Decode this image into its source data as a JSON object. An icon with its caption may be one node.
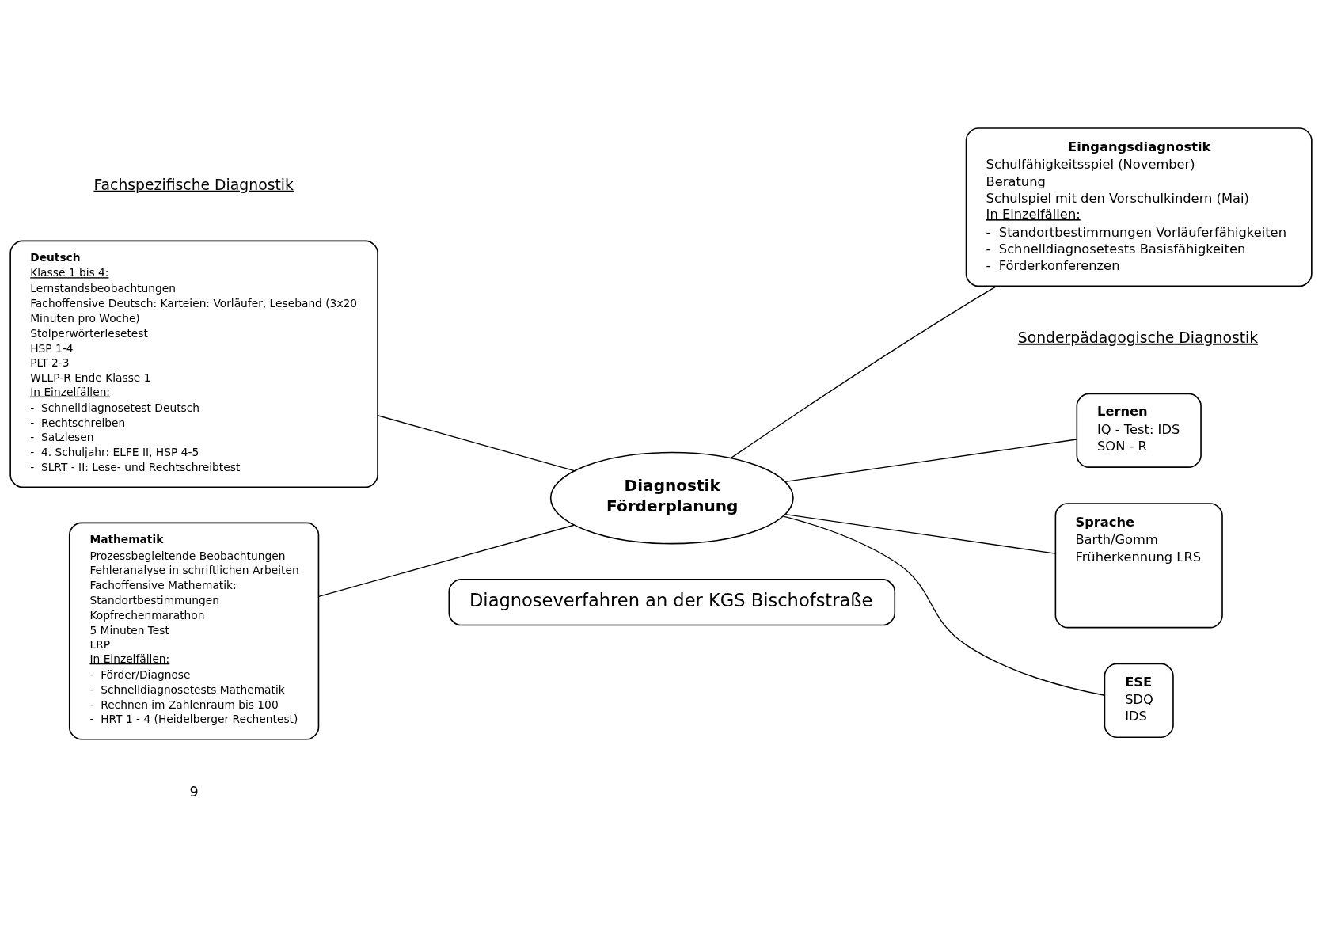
{
  "diagram": {
    "nodes": [
      {
        "text": [
          "Diagnoseverfahren an der KGS Bischofstraße"
        ]
      },
      {
        "text": [
          "Deutsch",
          "Klasse 1 bis 4:",
          "Lernstandsbeobachtungen",
          "Fachoffensive Deutsch: Karteien: Vorläufer, Leseband (3x20 Minuten pro Woche)",
          "Stolperwörterlesetest",
          "HSP 1-4",
          "PLT 2-3",
          "WLLP-R Ende Klasse 1",
          "In Einzelfällen:",
          "-  Schnelldiagnosetest Deutsch",
          "-  Rechtschreiben",
          "-  Satzlesen",
          "-  4. Schuljahr: ELFE II, HSP 4-5",
          "-  SLRT - II: Lese- und Rechtschreibtest"
        ]
      },
      {
        "text": [
          "Lernen",
          "IQ - Test: IDS",
          "SON - R"
        ]
      },
      {
        "text": [
          "Diagnostik Förderplanung"
        ]
      },
      {
        "text": [
          "Sprache",
          "Barth/Gomm",
          "Früherkennung LRS"
        ]
      },
      {
        "text": [
          "Mathematik",
          "Prozessbegleitende Beobachtungen",
          "Fehleranalyse in schriftlichen Arbeiten",
          "Fachoffensive Mathematik:",
          "Standortbestimmungen",
          "Kopfrechenmarathon",
          "5 Minuten Test",
          "LRP",
          "In Einzelfällen:",
          "-  Förder/Diagnose",
          "-  Schnelldiagnosetests Mathematik",
          "-  Rechnen im Zahlenraum bis 100",
          "-  HRT 1 - 4 (Heidelberger Rechentest)"
        ]
      },
      {
        "text": [
          "ESE",
          "SDQ",
          "IDS"
        ]
      },
      {
        "text": [
          "Eingangsdiagnostik",
          "Schulfähigkeitsspiel (November)",
          "Beratung",
          "Schulspiel mit den Vorschulkindern (Mai)",
          "In Einzelfällen:",
          "-  Standortbestimmungen Vorläuferfähigkeiten",
          "-  Schnelldiagnosetests Basisfähigkeiten",
          "-  Förderkonferenzen"
        ]
      }
    ],
    "edges": [
      {
        "from": 3,
        "to": 1,
        "arrow": "none"
      },
      {
        "from": 3,
        "to": 2,
        "arrow": "none"
      },
      {
        "from": 3,
        "to": 4,
        "arrow": "none"
      },
      {
        "from": 3,
        "to": 5,
        "arrow": "none"
      },
      {
        "from": 3,
        "to": 6,
        "arrow": "none"
      },
      {
        "from": 3,
        "to": 7,
        "arrow": "none"
      }
    ],
    "labels": [
      "Fachspezifische Diagnostik",
      "Sonderpädagogische Diagnostik",
      "9"
    ]
  }
}
